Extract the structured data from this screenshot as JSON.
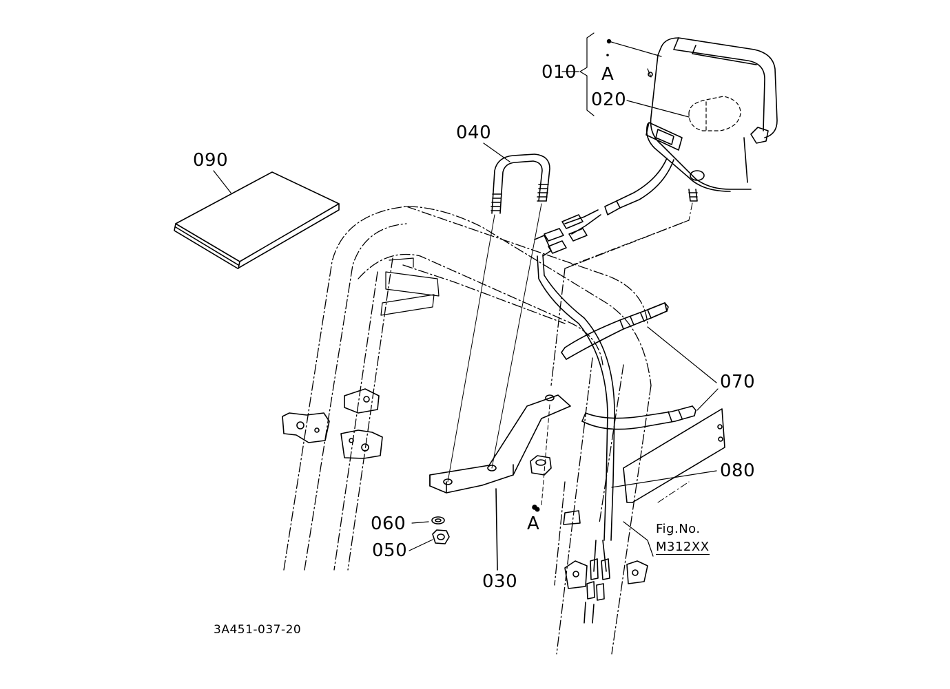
{
  "diagram": {
    "parts": {
      "p010": "010",
      "p020": "020",
      "p030": "030",
      "p040": "040",
      "p050": "050",
      "p060": "060",
      "p070": "070",
      "p080": "080",
      "p090": "090"
    },
    "markers": {
      "a_top": "A",
      "a_bottom": "A"
    },
    "figure_ref": {
      "line1": "Fig.No.",
      "line2": "M312XX"
    },
    "drawing_code": "3A451-037-20"
  },
  "colors": {
    "ink": "#000000",
    "background": "#ffffff"
  }
}
